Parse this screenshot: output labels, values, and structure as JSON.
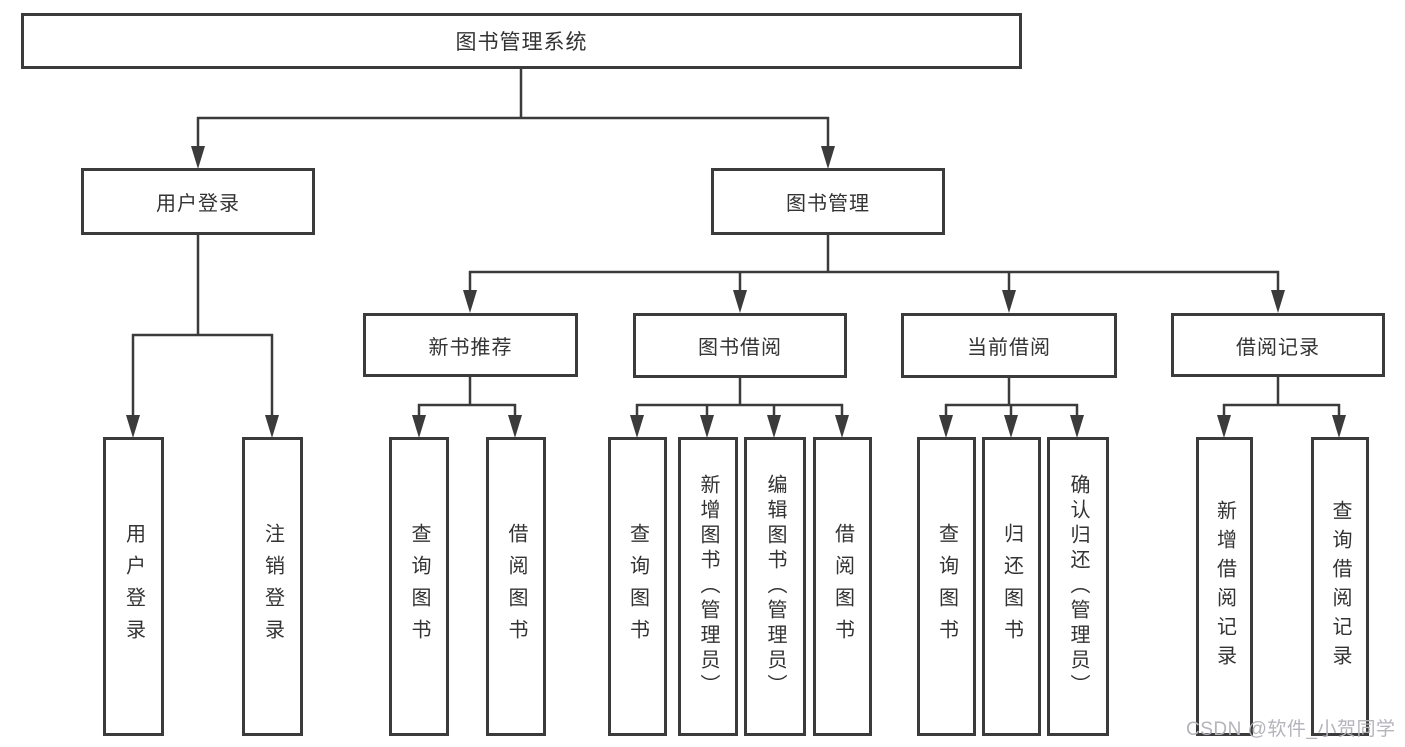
{
  "tree": {
    "root": {
      "label": "图书管理系统",
      "children": [
        {
          "label": "用户登录",
          "children": [
            {
              "label": "用户登录"
            },
            {
              "label": "注销登录"
            }
          ]
        },
        {
          "label": "图书管理",
          "children": [
            {
              "label": "新书推荐",
              "children": [
                {
                  "label": "查询图书"
                },
                {
                  "label": "借阅图书"
                }
              ]
            },
            {
              "label": "图书借阅",
              "children": [
                {
                  "label": "查询图书"
                },
                {
                  "label": "新增图书（管理员）"
                },
                {
                  "label": "编辑图书（管理员）"
                },
                {
                  "label": "借阅图书"
                }
              ]
            },
            {
              "label": "当前借阅",
              "children": [
                {
                  "label": "查询图书"
                },
                {
                  "label": "归还图书"
                },
                {
                  "label": "确认归还（管理员）"
                }
              ]
            },
            {
              "label": "借阅记录",
              "children": [
                {
                  "label": "新增借阅记录"
                },
                {
                  "label": "查询借阅记录"
                }
              ]
            }
          ]
        }
      ]
    }
  },
  "watermark": {
    "text": "CSDN @软件_小贺同学",
    "color": "#b5b3bc"
  },
  "colors": {
    "line": "#3b3b3b",
    "border": "#3b3b3b",
    "text": "#333333",
    "background": "#ffffff"
  }
}
